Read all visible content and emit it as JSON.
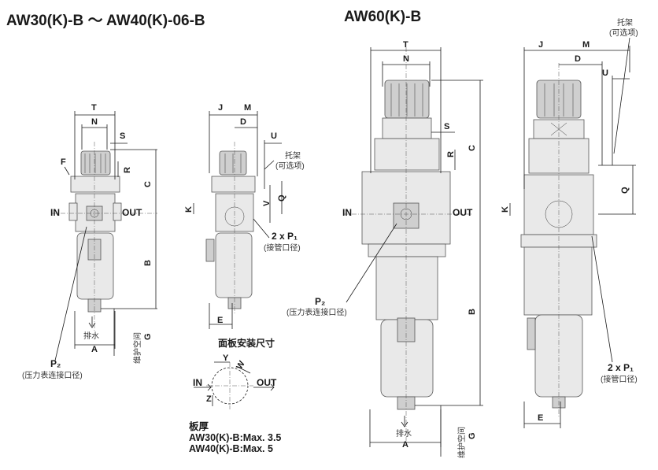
{
  "titles": {
    "left": "AW30(K)-B ～ AW40(K)-06-B",
    "right": "AW60(K)-B"
  },
  "ports": {
    "in": "IN",
    "out": "OUT"
  },
  "dims": {
    "T": "T",
    "N": "N",
    "S": "S",
    "R": "R",
    "F": "F",
    "C": "C",
    "B": "B",
    "A": "A",
    "G": "G",
    "J": "J",
    "M": "M",
    "D": "D",
    "U": "U",
    "K": "K",
    "V": "V",
    "Q": "Q",
    "E": "E",
    "Y": "Y",
    "W": "W",
    "Z": "Z"
  },
  "labels": {
    "p2": "P₂",
    "p2_desc": "(压力表连接口径)",
    "p1": "2 x P₁",
    "p1_desc": "(接管口径)",
    "drain": "排水",
    "maint": "维护空间",
    "bracket": "托架",
    "bracket_opt": "(可选项)",
    "panel_title": "面板安装尺寸",
    "plate_title": "板厚",
    "plate_aw30": "AW30(K)-B:Max. 3.5",
    "plate_aw40": "AW40(K)-B:Max. 5"
  }
}
